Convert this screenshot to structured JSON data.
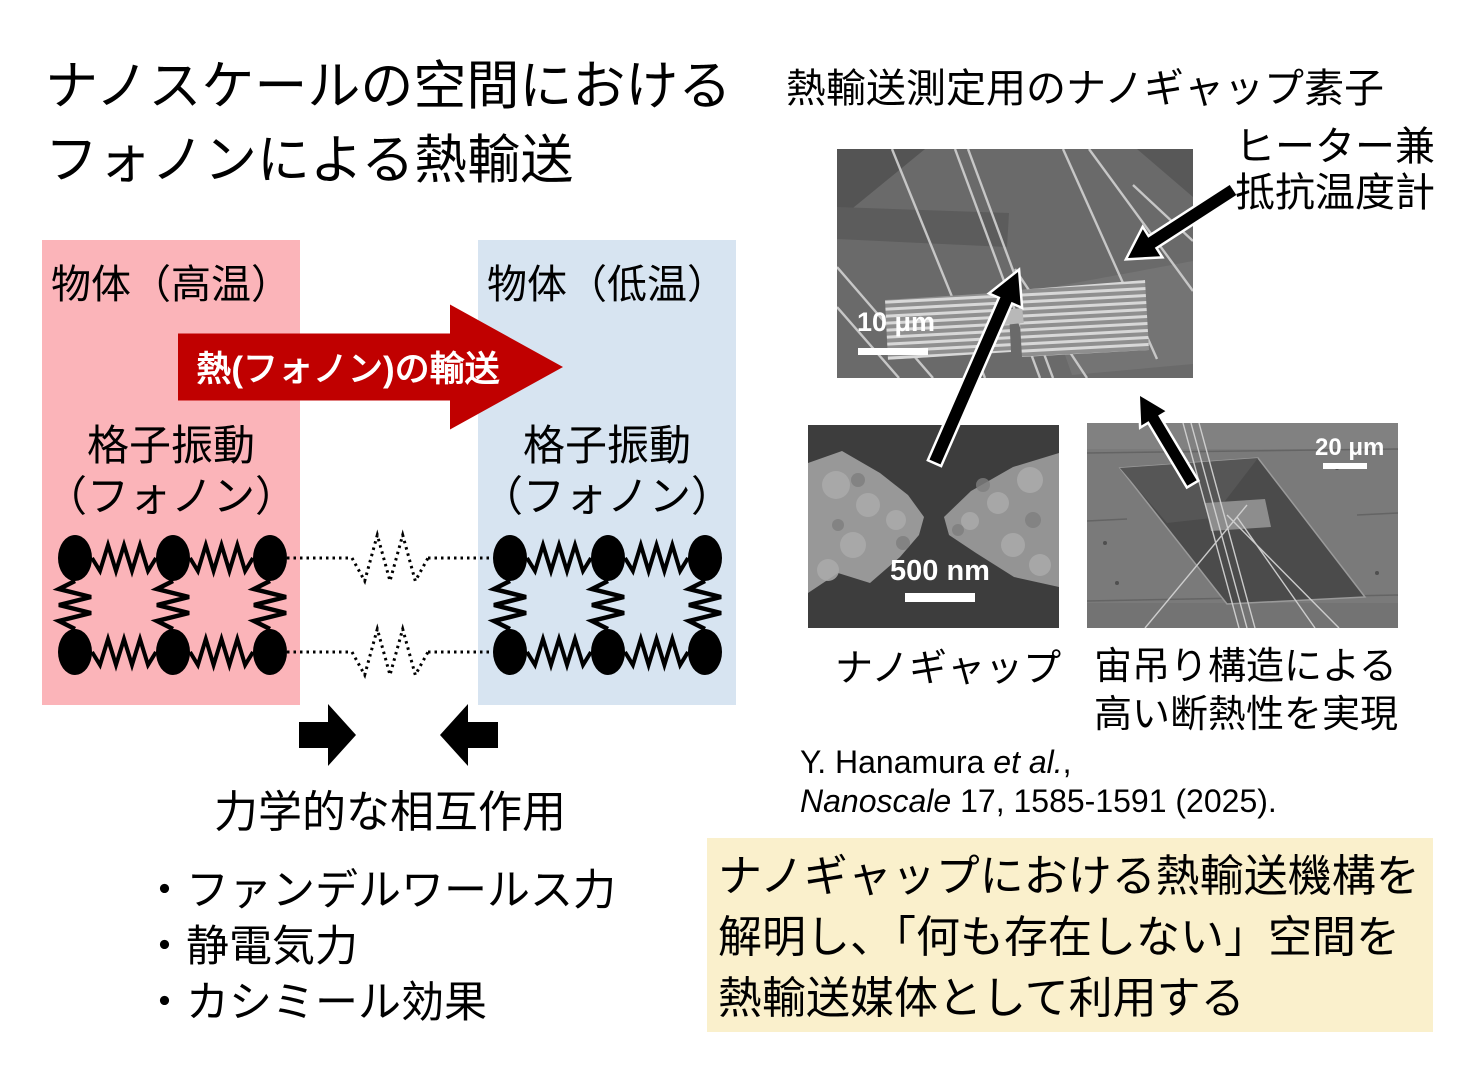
{
  "title": {
    "line1": "ナノスケールの空間における",
    "line2": "フォノンによる熱輸送"
  },
  "left_diagram": {
    "hot_box_label": "物体（高温）",
    "cold_box_label": "物体（低温）",
    "transport_arrow_label": "熱(フォノン)の輸送",
    "hot_lattice_label_line1": "格子振動",
    "hot_lattice_label_line2": "（フォノン）",
    "cold_lattice_label_line1": "格子振動",
    "cold_lattice_label_line2": "（フォノン）",
    "interaction_label": "力学的な相互作用",
    "forces": [
      "・ファンデルワールス力",
      "・静電気力",
      "・カシミール効果"
    ],
    "colors": {
      "hot_box": "#FBB4B9",
      "cold_box": "#D7E4F1",
      "arrow_red": "#C00000"
    }
  },
  "right_panel": {
    "header": "熱輸送測定用のナノギャップ素子",
    "heater_label_line1": "ヒーター兼",
    "heater_label_line2": "抵抗温度計",
    "sem_top_scale": "10 μm",
    "nanogap_scale": "500 nm",
    "suspended_scale": "20 μm",
    "nanogap_caption": "ナノギャップ",
    "suspended_caption_line1": "宙吊り構造による",
    "suspended_caption_line2": "高い断熱性を実現",
    "citation": {
      "line1_text": "Y. Hanamura ",
      "line1_italic": "et al.",
      "line1_tail": ",",
      "line2_italic": "Nanoscale",
      "line2_text": " 17, 1585-1591 (2025)."
    }
  },
  "summary_box": {
    "line1": "ナノギャップにおける熱輸送機構を",
    "line2": "解明し、「何も存在しない」空間を",
    "line3": "熱輸送媒体として利用する",
    "bg_color": "#FAF0CC"
  }
}
